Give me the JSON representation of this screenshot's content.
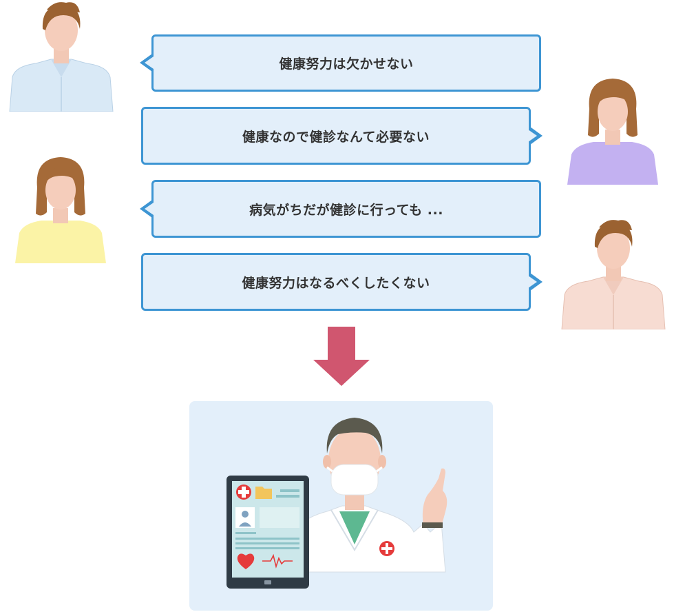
{
  "bubbles": [
    {
      "text": "健康努力は欠かせない"
    },
    {
      "text": "健康なので健診なんて必要ない"
    },
    {
      "text": "病気がちだが健診に行っても ..."
    },
    {
      "text": "健康努力はなるべくしたくない"
    }
  ],
  "colors": {
    "bubble_fill": "#e3effa",
    "bubble_border": "#3d95d3",
    "arrow": "#d0566f",
    "panel": "#e3effa"
  },
  "icons": [
    "person-man-blue-shirt-icon",
    "person-woman-purple-shirt-icon",
    "person-woman-yellow-shirt-icon",
    "person-man-pink-shirt-icon",
    "down-arrow-icon",
    "doctor-icon",
    "tablet-icon"
  ]
}
